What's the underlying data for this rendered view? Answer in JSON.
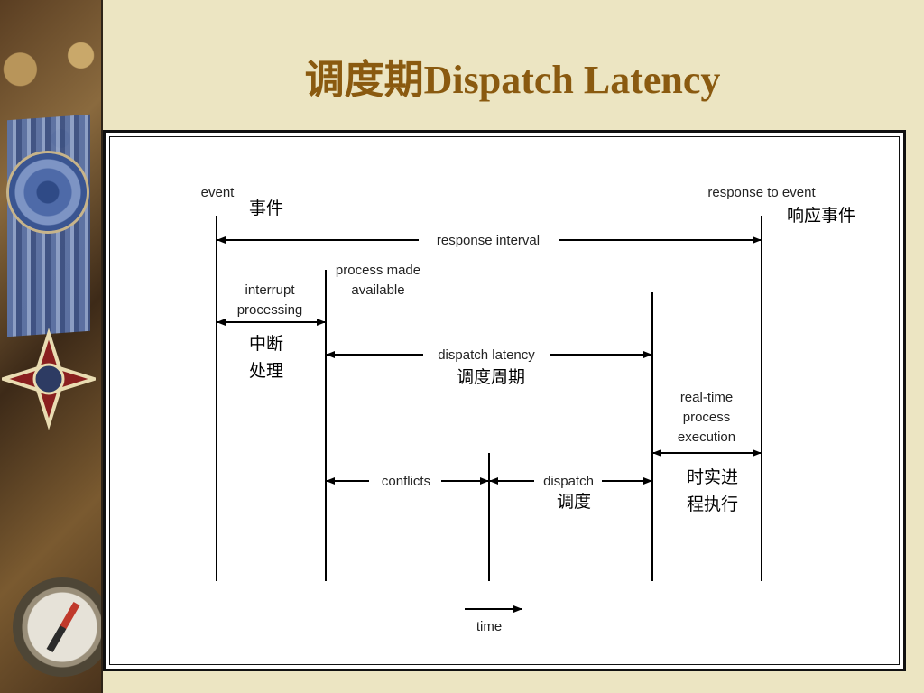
{
  "slide": {
    "title": "调度期Dispatch Latency"
  },
  "diagram": {
    "labels_en": {
      "event": "event",
      "response_to_event": "response to event",
      "response_interval": "response interval",
      "interrupt_processing_1": "interrupt",
      "interrupt_processing_2": "processing",
      "process_made_available_1": "process made",
      "process_made_available_2": "available",
      "dispatch_latency": "dispatch latency",
      "realtime_1": "real-time",
      "realtime_2": "process",
      "realtime_3": "execution",
      "conflicts": "conflicts",
      "dispatch": "dispatch",
      "time": "time"
    },
    "labels_cn": {
      "event": "事件",
      "response_to_event": "响应事件",
      "interrupt_1": "中断",
      "interrupt_2": "处理",
      "dispatch_latency": "调度周期",
      "dispatch": "调度",
      "realtime_1": "时实进",
      "realtime_2": "程执行"
    }
  }
}
